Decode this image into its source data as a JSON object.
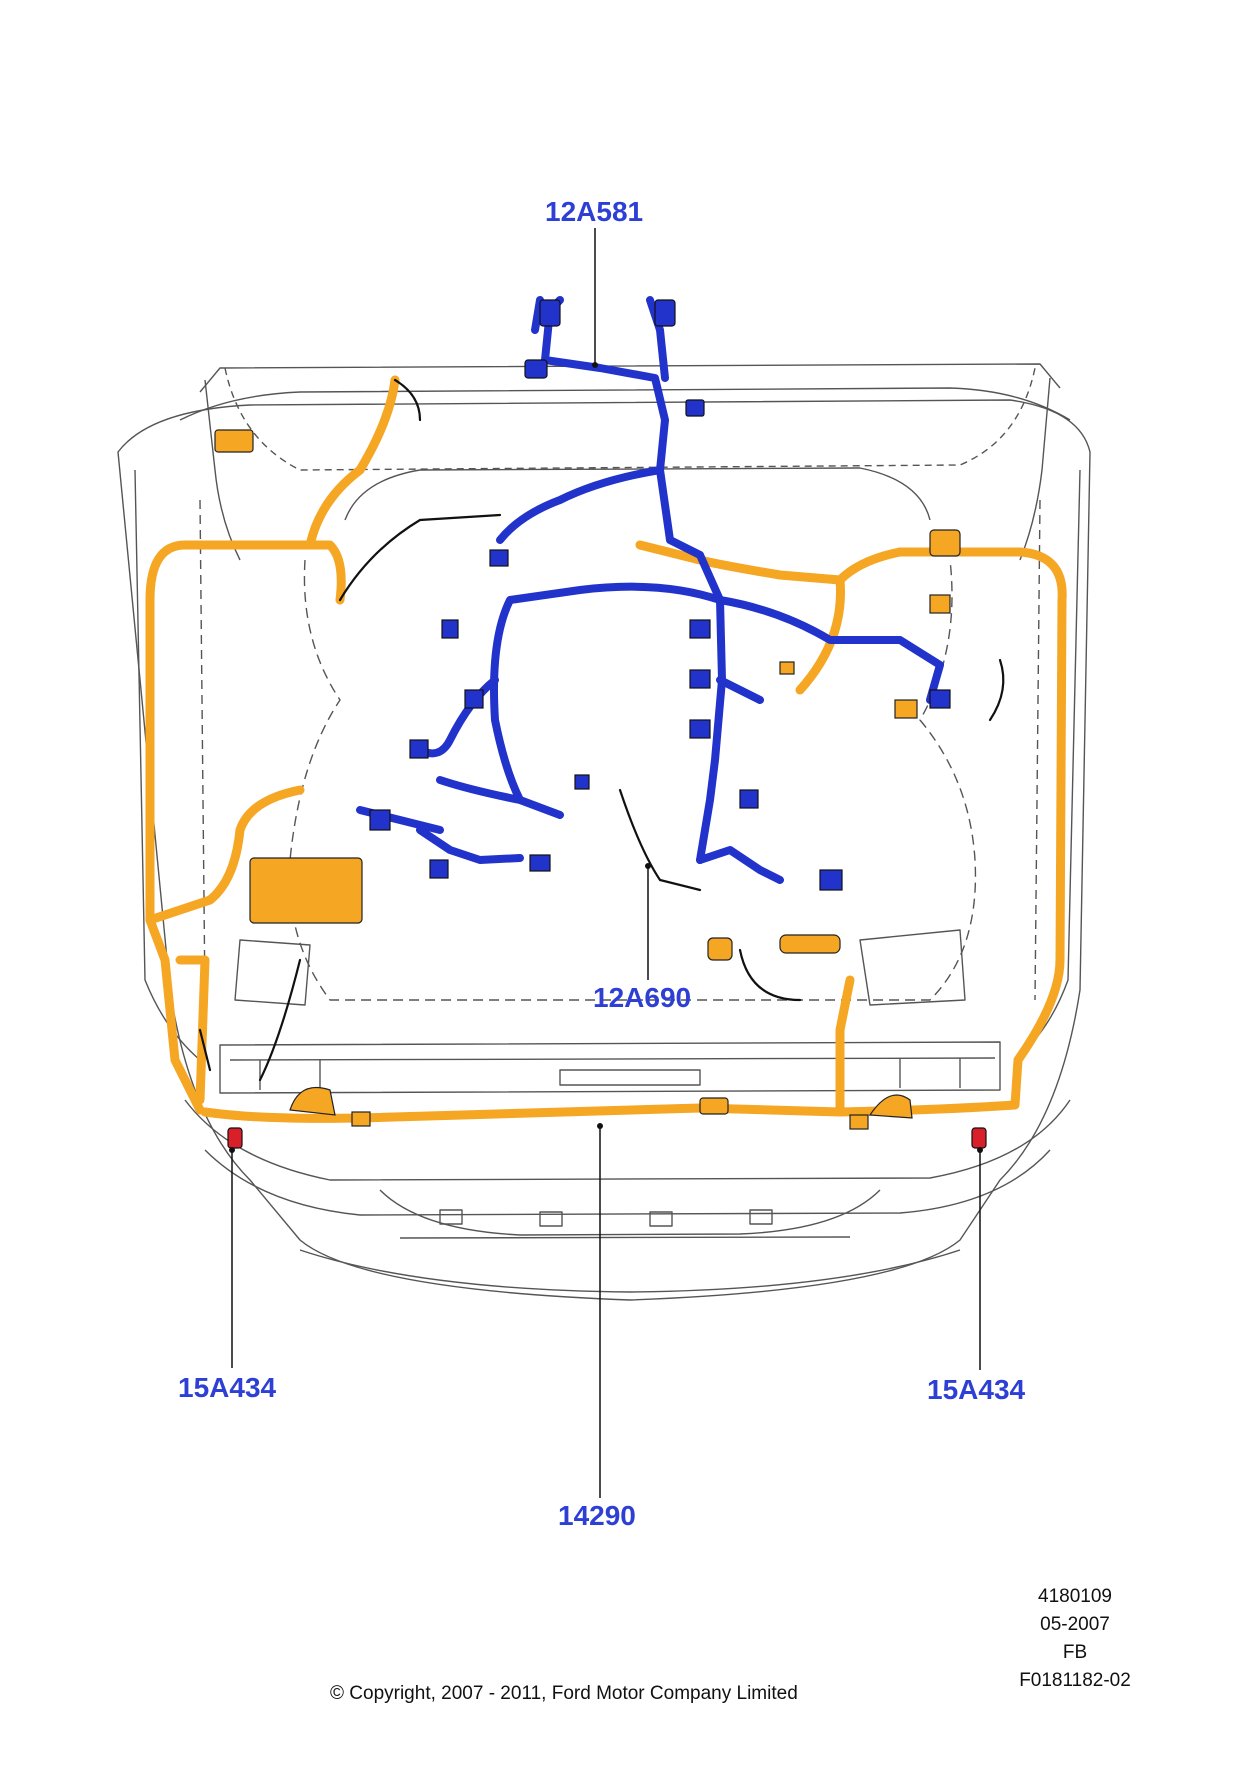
{
  "callouts": {
    "upper_harness": "12A581",
    "center_harness": "12A690",
    "left_connector": "15A434",
    "right_connector": "15A434",
    "bumper_harness": "14290"
  },
  "colors": {
    "callout_blue": "#2d3fd4",
    "harness_orange": "#f5a623",
    "harness_blue": "#2233cc",
    "connector_red": "#d9202a"
  },
  "footer": {
    "copyright": "© Copyright, 2007 - 2011, Ford Motor Company Limited",
    "ref_lines": [
      "4180109",
      "05-2007",
      "FB",
      "F0181182-02"
    ]
  }
}
